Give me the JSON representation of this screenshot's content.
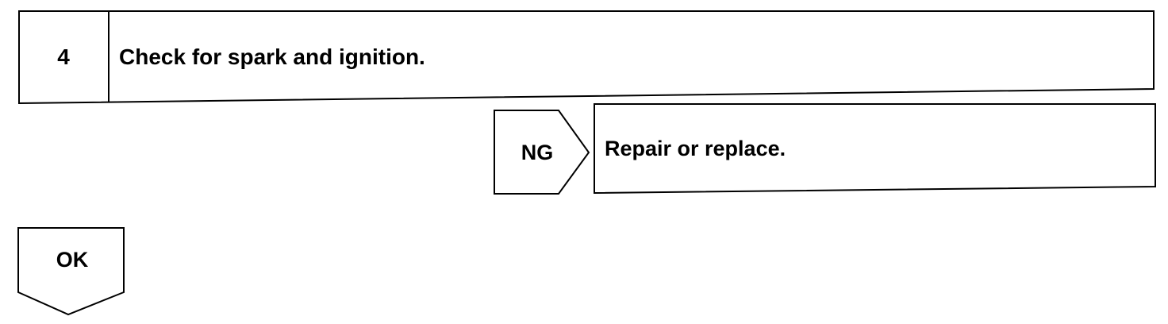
{
  "step": {
    "number": "4",
    "title": "Check for spark and ignition."
  },
  "ng_branch": {
    "label": "NG",
    "action": "Repair or replace."
  },
  "ok_branch": {
    "label": "OK"
  }
}
